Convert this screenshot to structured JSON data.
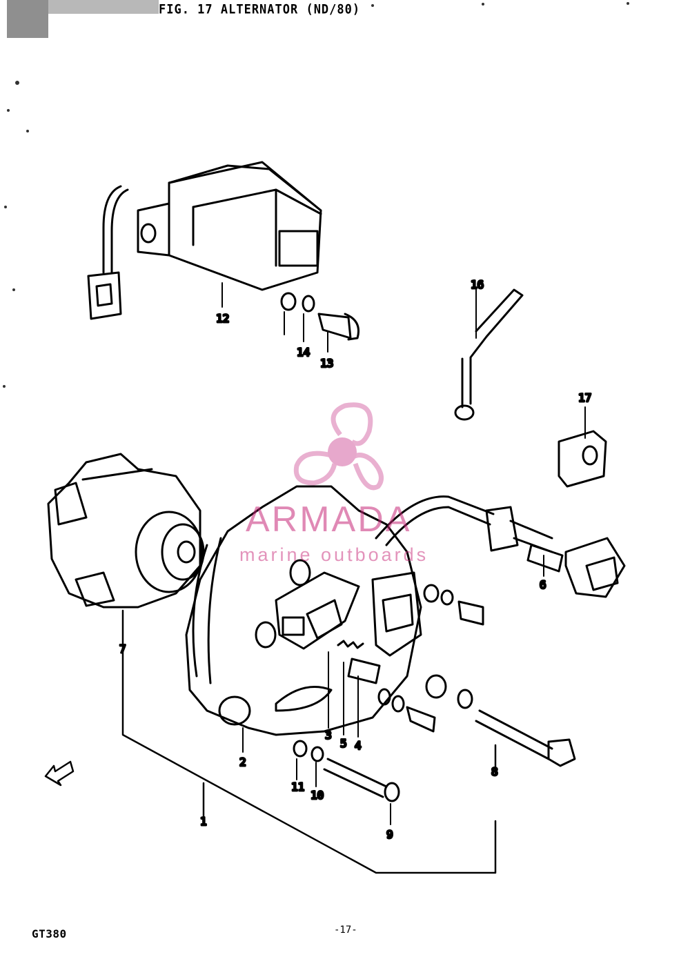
{
  "header": {
    "title": "FIG. 17  ALTERNATOR (ND/80)"
  },
  "footer": {
    "model": "GT380",
    "page": "-17-"
  },
  "watermark": {
    "brand": "ARMADA",
    "tagline": "marine outboards",
    "color": "#c72878",
    "icon": "propeller-icon"
  },
  "callouts": {
    "c1": "1",
    "c2": "2",
    "c3": "3",
    "c4": "4",
    "c5": "5",
    "c6": "6",
    "c7": "7",
    "c8": "8",
    "c9": "9",
    "c10": "10",
    "c11": "11",
    "c12": "12",
    "c13": "13",
    "c14": "14",
    "c16": "16",
    "c17": "17"
  },
  "direction_icon": "forward-arrow-icon"
}
